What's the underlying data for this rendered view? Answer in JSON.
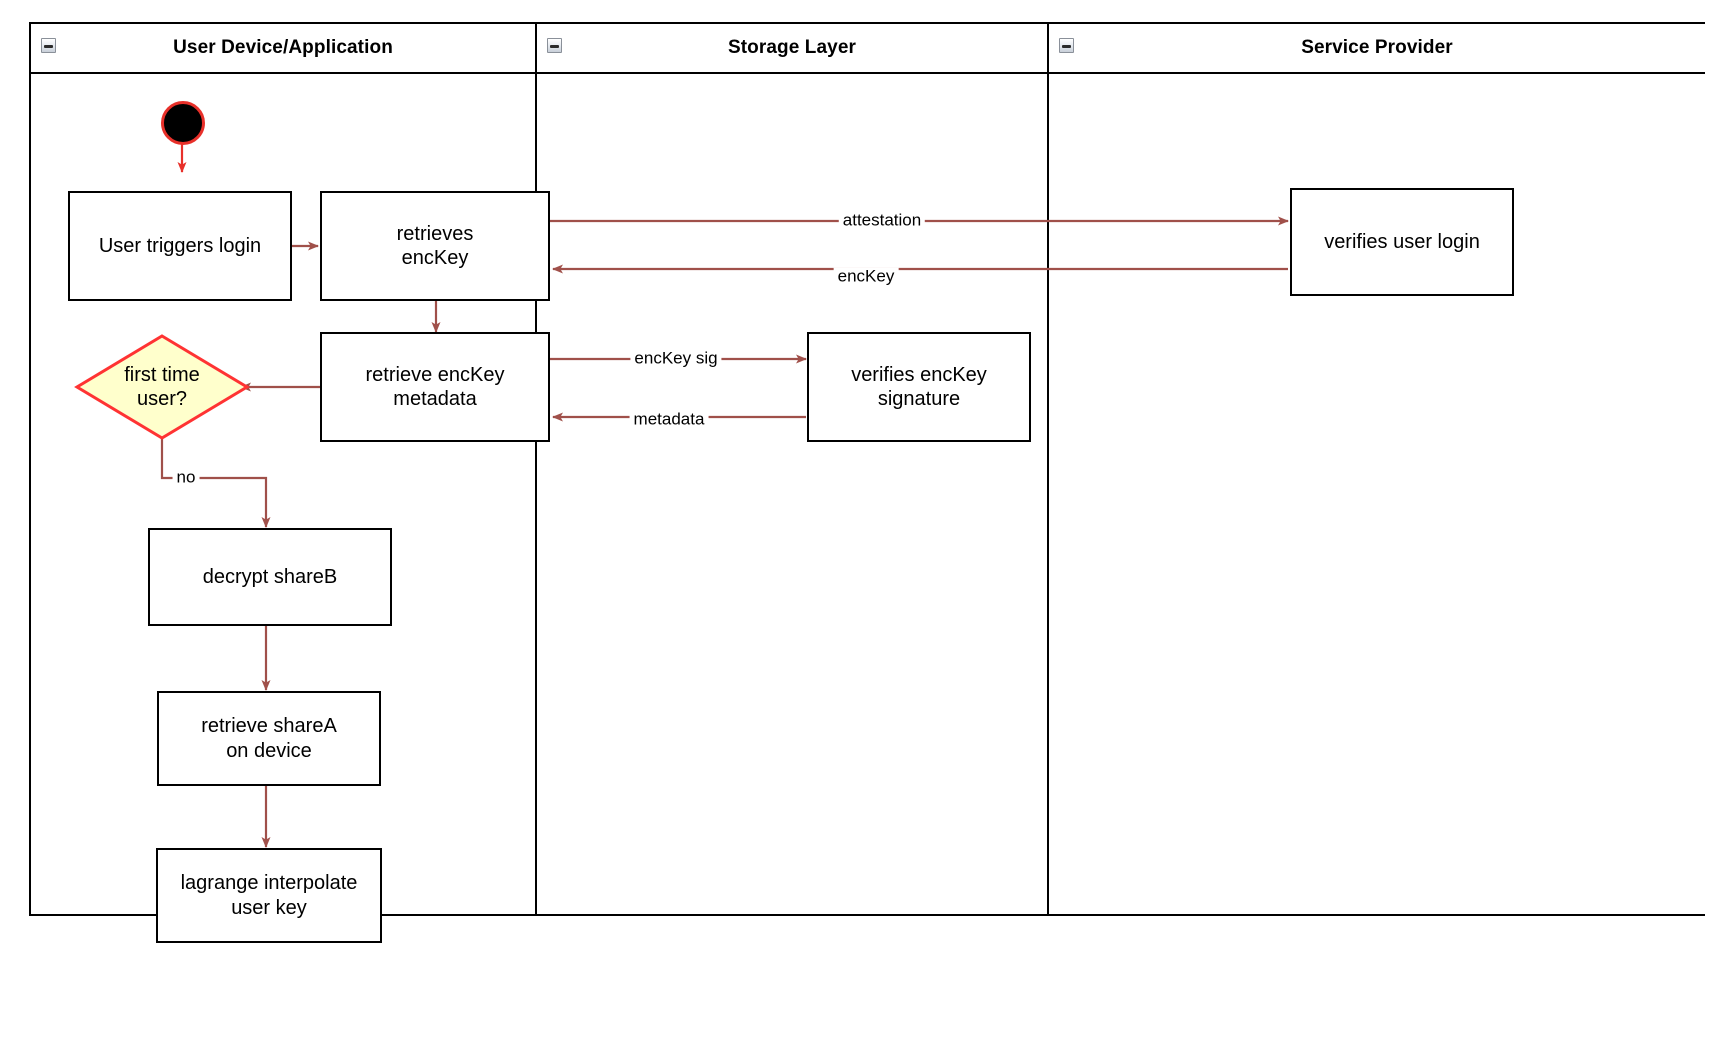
{
  "diagram": {
    "type": "swimlane-activity-diagram",
    "background": "#ffffff",
    "colors": {
      "shape_border": "#000000",
      "shape_fill": "#ffffff",
      "edge": "#a0504a",
      "start_ring": "#e8302a",
      "start_fill": "#000000",
      "decision_fill": "#ffffcc",
      "decision_border": "#ff3333",
      "text": "#000000"
    }
  },
  "lanes": [
    {
      "id": "lane-user-device",
      "title": "User Device/Application",
      "collapse_icon": "collapse-minus-icon"
    },
    {
      "id": "lane-storage",
      "title": "Storage Layer",
      "collapse_icon": "collapse-minus-icon"
    },
    {
      "id": "lane-service-provider",
      "title": "Service Provider",
      "collapse_icon": "collapse-minus-icon"
    }
  ],
  "nodes": {
    "start": {
      "label": "",
      "shape": "start-circle",
      "lane": "lane-user-device"
    },
    "user_triggers_login": {
      "label": "User triggers login",
      "shape": "process",
      "lane": "lane-user-device"
    },
    "retrieves_enckey": {
      "label": "retrieves\nencKey",
      "shape": "process",
      "lane": "lane-user-device"
    },
    "retrieve_enckey_metadata": {
      "label": "retrieve encKey\nmetadata",
      "shape": "process",
      "lane": "lane-user-device"
    },
    "first_time_user": {
      "label": "first time\nuser?",
      "shape": "decision",
      "lane": "lane-user-device"
    },
    "decrypt_shareb": {
      "label": "decrypt shareB",
      "shape": "process",
      "lane": "lane-user-device"
    },
    "retrieve_sharea": {
      "label": "retrieve shareA\non device",
      "shape": "process",
      "lane": "lane-user-device"
    },
    "lagrange_interpolate": {
      "label": "lagrange interpolate\nuser key",
      "shape": "process",
      "lane": "lane-user-device"
    },
    "verifies_enckey_signature": {
      "label": "verifies encKey\nsignature",
      "shape": "process",
      "lane": "lane-storage"
    },
    "verifies_user_login": {
      "label": "verifies user login",
      "shape": "process",
      "lane": "lane-service-provider"
    }
  },
  "edge_labels": {
    "attestation": "attestation",
    "enckey": "encKey",
    "enckey_sig": "encKey sig",
    "metadata": "metadata",
    "no": "no"
  },
  "edges": [
    {
      "from": "start",
      "to": "user_triggers_login",
      "label": ""
    },
    {
      "from": "user_triggers_login",
      "to": "retrieves_enckey",
      "label": ""
    },
    {
      "from": "retrieves_enckey",
      "to": "verifies_user_login",
      "label": "attestation"
    },
    {
      "from": "verifies_user_login",
      "to": "retrieves_enckey",
      "label": "encKey"
    },
    {
      "from": "retrieves_enckey",
      "to": "retrieve_enckey_metadata",
      "label": ""
    },
    {
      "from": "retrieve_enckey_metadata",
      "to": "verifies_enckey_signature",
      "label": "encKey sig"
    },
    {
      "from": "verifies_enckey_signature",
      "to": "retrieve_enckey_metadata",
      "label": "metadata"
    },
    {
      "from": "retrieve_enckey_metadata",
      "to": "first_time_user",
      "label": ""
    },
    {
      "from": "first_time_user",
      "to": "decrypt_shareb",
      "label": "no"
    },
    {
      "from": "decrypt_shareb",
      "to": "retrieve_sharea",
      "label": ""
    },
    {
      "from": "retrieve_sharea",
      "to": "lagrange_interpolate",
      "label": ""
    }
  ]
}
